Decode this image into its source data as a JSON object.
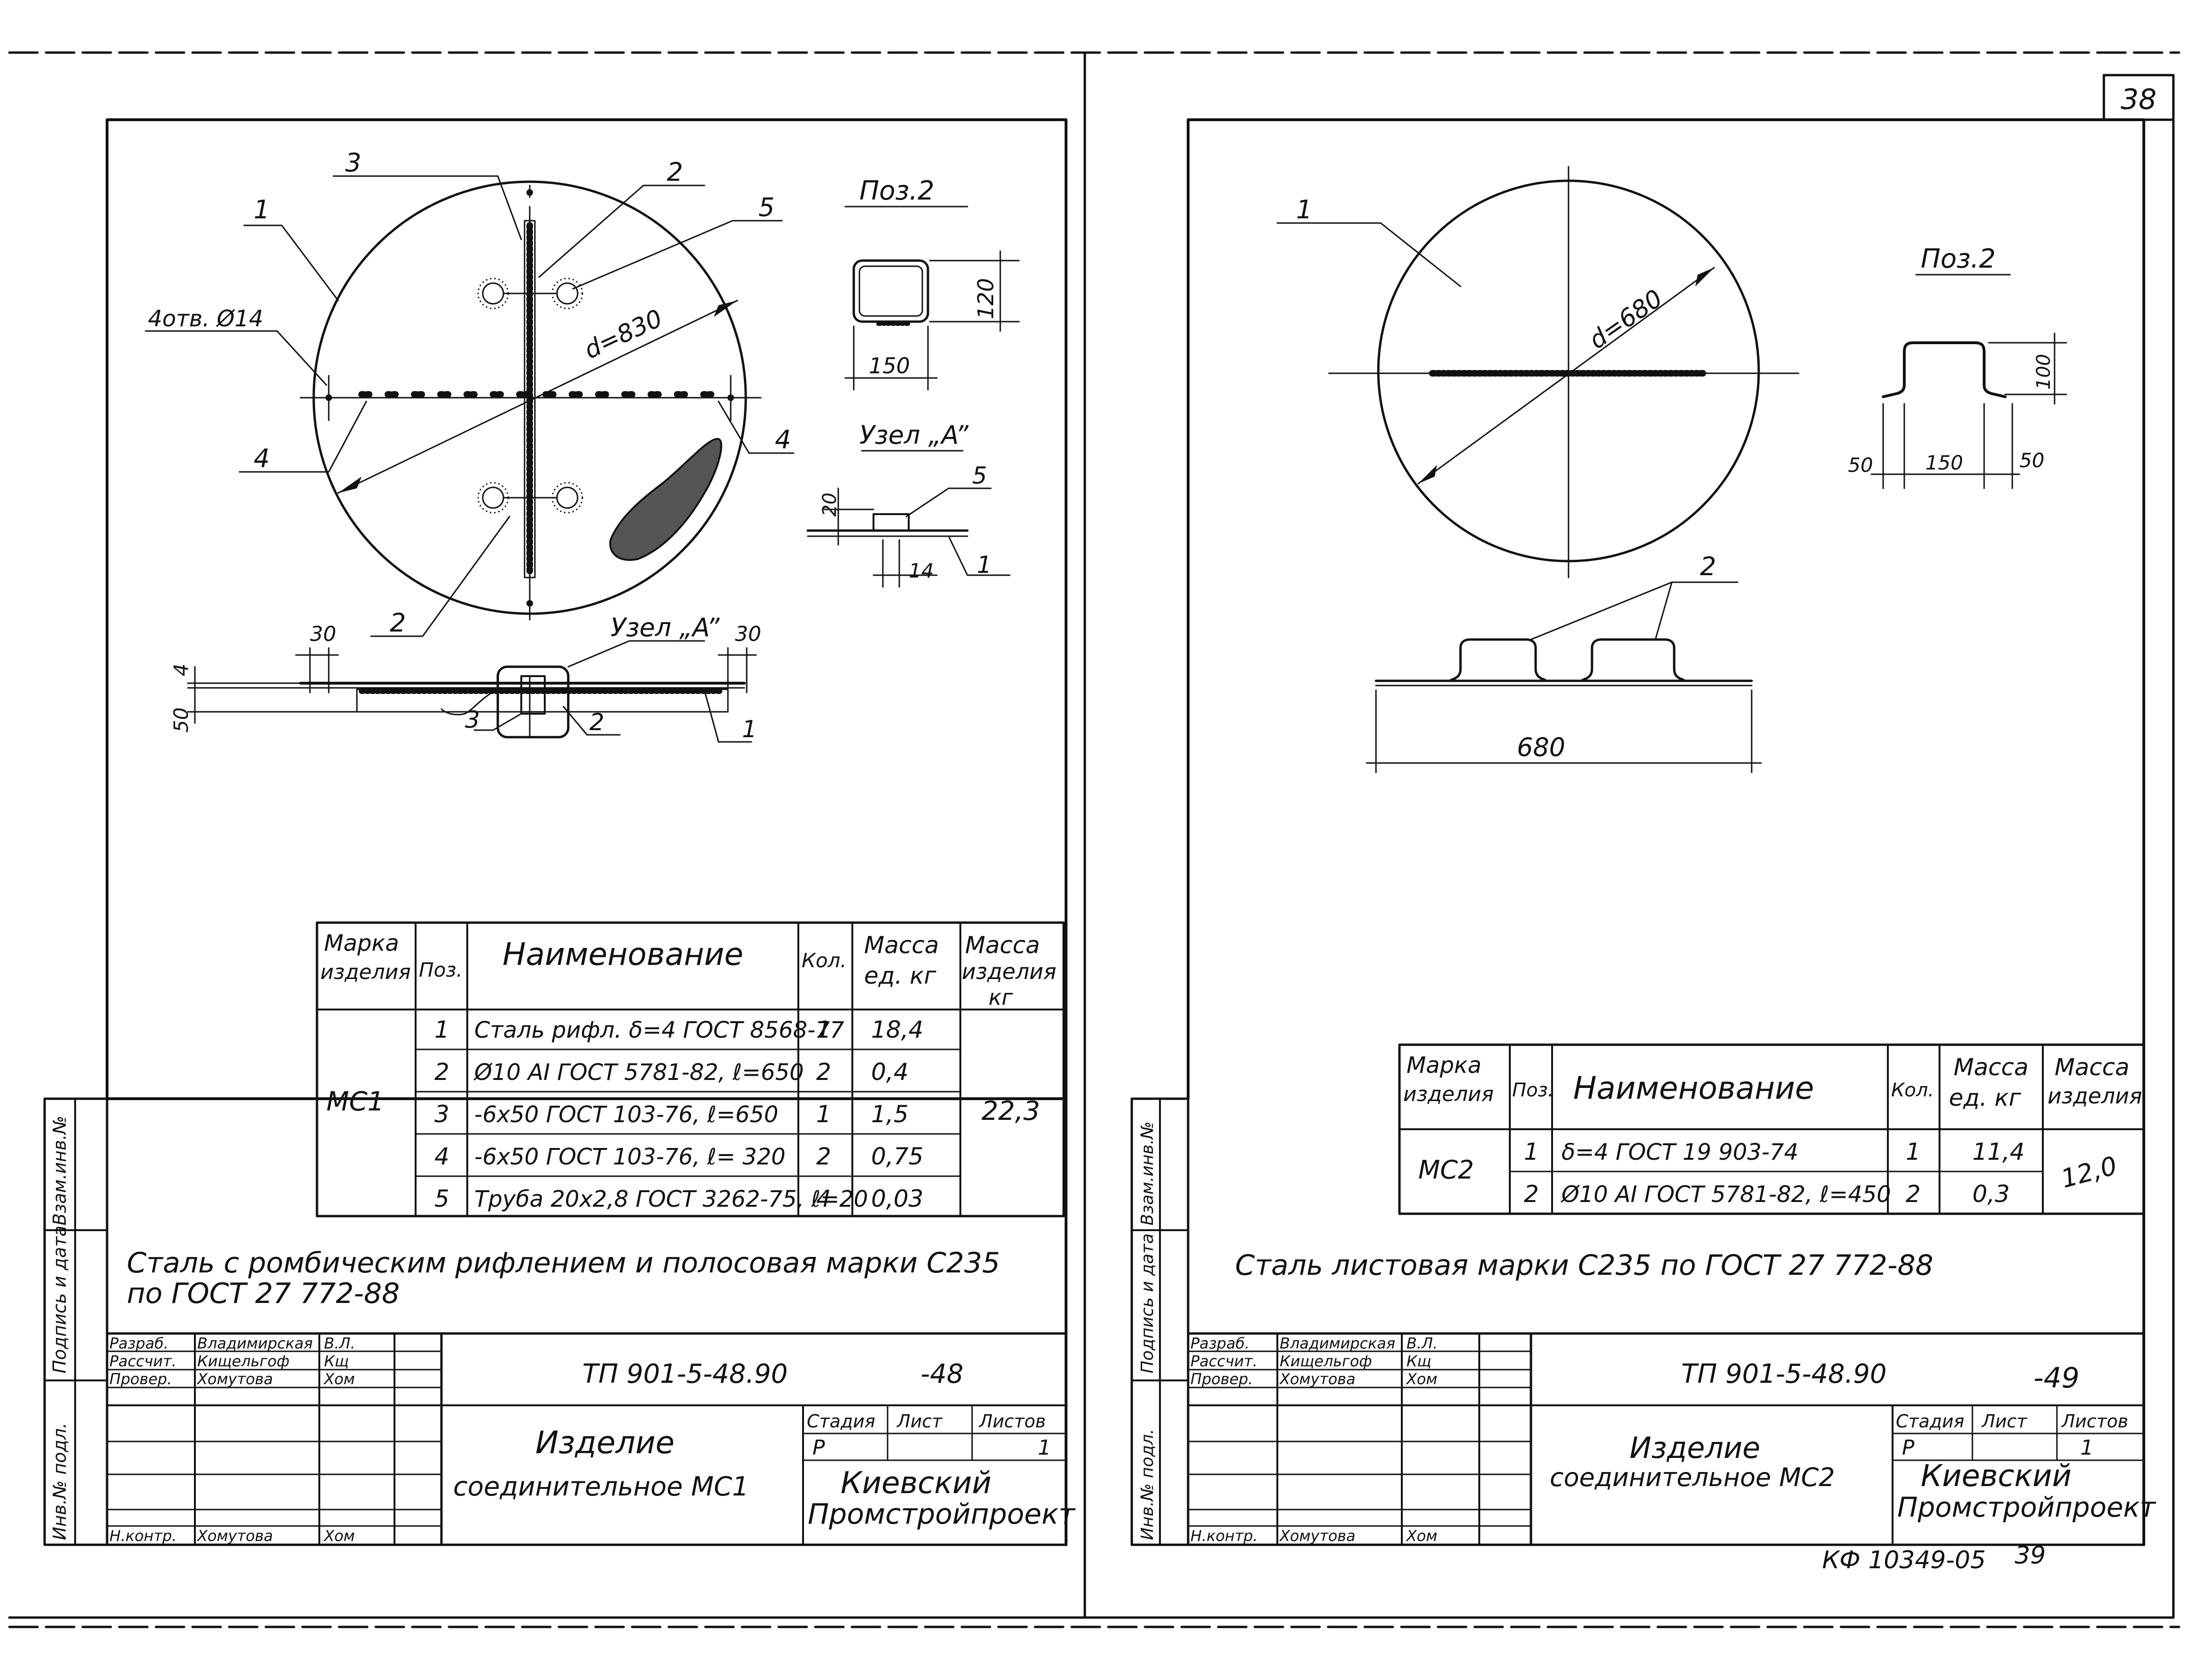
{
  "page_number": "38",
  "stamp": "КФ 10349-05",
  "stamp_page": "39",
  "left": {
    "labels": {
      "lead_1": "1",
      "lead_2_top": "2",
      "lead_3": "3",
      "lead_5": "5",
      "lead_4_left": "4",
      "lead_4_right": "4",
      "lead_2_bottom": "2",
      "holes": "4отв. Ø14",
      "diameter": "d=830",
      "poz2_title": "Поз.2",
      "poz2_dim_w": "150",
      "poz2_dim_h": "120",
      "uzel_title": "Узел „A”",
      "uzel_dim_20": "20",
      "uzel_dim_14": "14",
      "uzel_lead_5": "5",
      "uzel_lead_1": "1",
      "sec_uzel": "Узел „A”",
      "sec_dim_30l": "30",
      "sec_dim_30r": "30",
      "sec_dim_4": "4",
      "sec_dim_50": "50",
      "sec_lead_3": "3",
      "sec_lead_2": "2",
      "sec_lead_1": "1"
    },
    "spec": {
      "headers": {
        "mark": [
          "Марка",
          "изделия"
        ],
        "pos": "Поз.",
        "name": "Наименование",
        "qty": "Кол.",
        "mass_unit": [
          "Масса",
          "ед. кг"
        ],
        "mass_item": [
          "Масса",
          "изделия",
          "кг"
        ]
      },
      "mark": "МС1",
      "total_mass": "22,3",
      "rows": [
        {
          "pos": "1",
          "name": "Сталь рифл. δ=4 ГОСТ 8568-77",
          "qty": "1",
          "mass": "18,4"
        },
        {
          "pos": "2",
          "name": "Ø10 AI ГОСТ 5781-82, ℓ=650",
          "qty": "2",
          "mass": "0,4"
        },
        {
          "pos": "3",
          "name": "-6x50 ГОСТ 103-76, ℓ=650",
          "qty": "1",
          "mass": "1,5"
        },
        {
          "pos": "4",
          "name": "-6x50 ГОСТ 103-76, ℓ= 320",
          "qty": "2",
          "mass": "0,75"
        },
        {
          "pos": "5",
          "name": "Труба 20x2,8 ГОСТ 3262-75, ℓ=20",
          "qty": "4",
          "mass": "0,03"
        }
      ]
    },
    "note": [
      "Сталь с ромбическим рифлением и полосовая марки С235",
      "по ГОСТ 27 772-88"
    ],
    "title_block": {
      "people": [
        {
          "role": "Разраб.",
          "name": "Владимирская",
          "sign": "В.Л."
        },
        {
          "role": "Рассчит.",
          "name": "Кищельгоф",
          "sign": "Кщ"
        },
        {
          "role": "Провер.",
          "name": "Хомутова",
          "sign": "Хом"
        }
      ],
      "nkontr": {
        "role": "Н.контр.",
        "name": "Хомутова",
        "sign": "Хом"
      },
      "code": "ТП 901-5-48.90",
      "sheet_id": "-48",
      "title": [
        "Изделие",
        "соединительное МС1"
      ],
      "stage_h": "Стадия",
      "sheet_h": "Лист",
      "sheets_h": "Листов",
      "stage": "Р",
      "sheets": "1",
      "org": [
        "Киевский",
        "Промстройпроект"
      ]
    },
    "side_labels": [
      "Инв.№ подл.",
      "Подпись и дата",
      "Взам.инв.№"
    ]
  },
  "right": {
    "labels": {
      "lead_1": "1",
      "diameter": "d=680",
      "poz2_title": "Поз.2",
      "poz2_dim_h": "100",
      "poz2_dim_50l": "50",
      "poz2_dim_150": "150",
      "poz2_dim_50r": "50",
      "sec_lead_2": "2",
      "sec_dim_680": "680"
    },
    "spec": {
      "headers": {
        "mark": [
          "Марка",
          "изделия"
        ],
        "pos": "Поз.",
        "name": "Наименование",
        "qty": "Кол.",
        "mass_unit": [
          "Масса",
          "ед. кг"
        ],
        "mass_item": [
          "Масса",
          "изделия"
        ]
      },
      "mark": "МС2",
      "total_mass": "12,0",
      "rows": [
        {
          "pos": "1",
          "name": "δ=4 ГОСТ 19 903-74",
          "qty": "1",
          "mass": "11,4"
        },
        {
          "pos": "2",
          "name": "Ø10 AI ГОСТ 5781-82, ℓ=450",
          "qty": "2",
          "mass": "0,3"
        }
      ]
    },
    "note": [
      "Сталь листовая марки С235 по ГОСТ 27 772-88"
    ],
    "title_block": {
      "people": [
        {
          "role": "Разраб.",
          "name": "Владимирская",
          "sign": "В.Л."
        },
        {
          "role": "Рассчит.",
          "name": "Кищельгоф",
          "sign": "Кщ"
        },
        {
          "role": "Провер.",
          "name": "Хомутова",
          "sign": "Хом"
        }
      ],
      "nkontr": {
        "role": "Н.контр.",
        "name": "Хомутова",
        "sign": "Хом"
      },
      "code": "ТП 901-5-48.90",
      "sheet_id": "-49",
      "title": [
        "Изделие",
        "соединительное МС2"
      ],
      "stage_h": "Стадия",
      "sheet_h": "Лист",
      "sheets_h": "Листов",
      "stage": "Р",
      "sheets": "1",
      "org": [
        "Киевский",
        "Промстройпроект"
      ]
    },
    "side_labels": [
      "Инв.№ подл.",
      "Подпись и дата",
      "Взам.инв.№"
    ]
  }
}
